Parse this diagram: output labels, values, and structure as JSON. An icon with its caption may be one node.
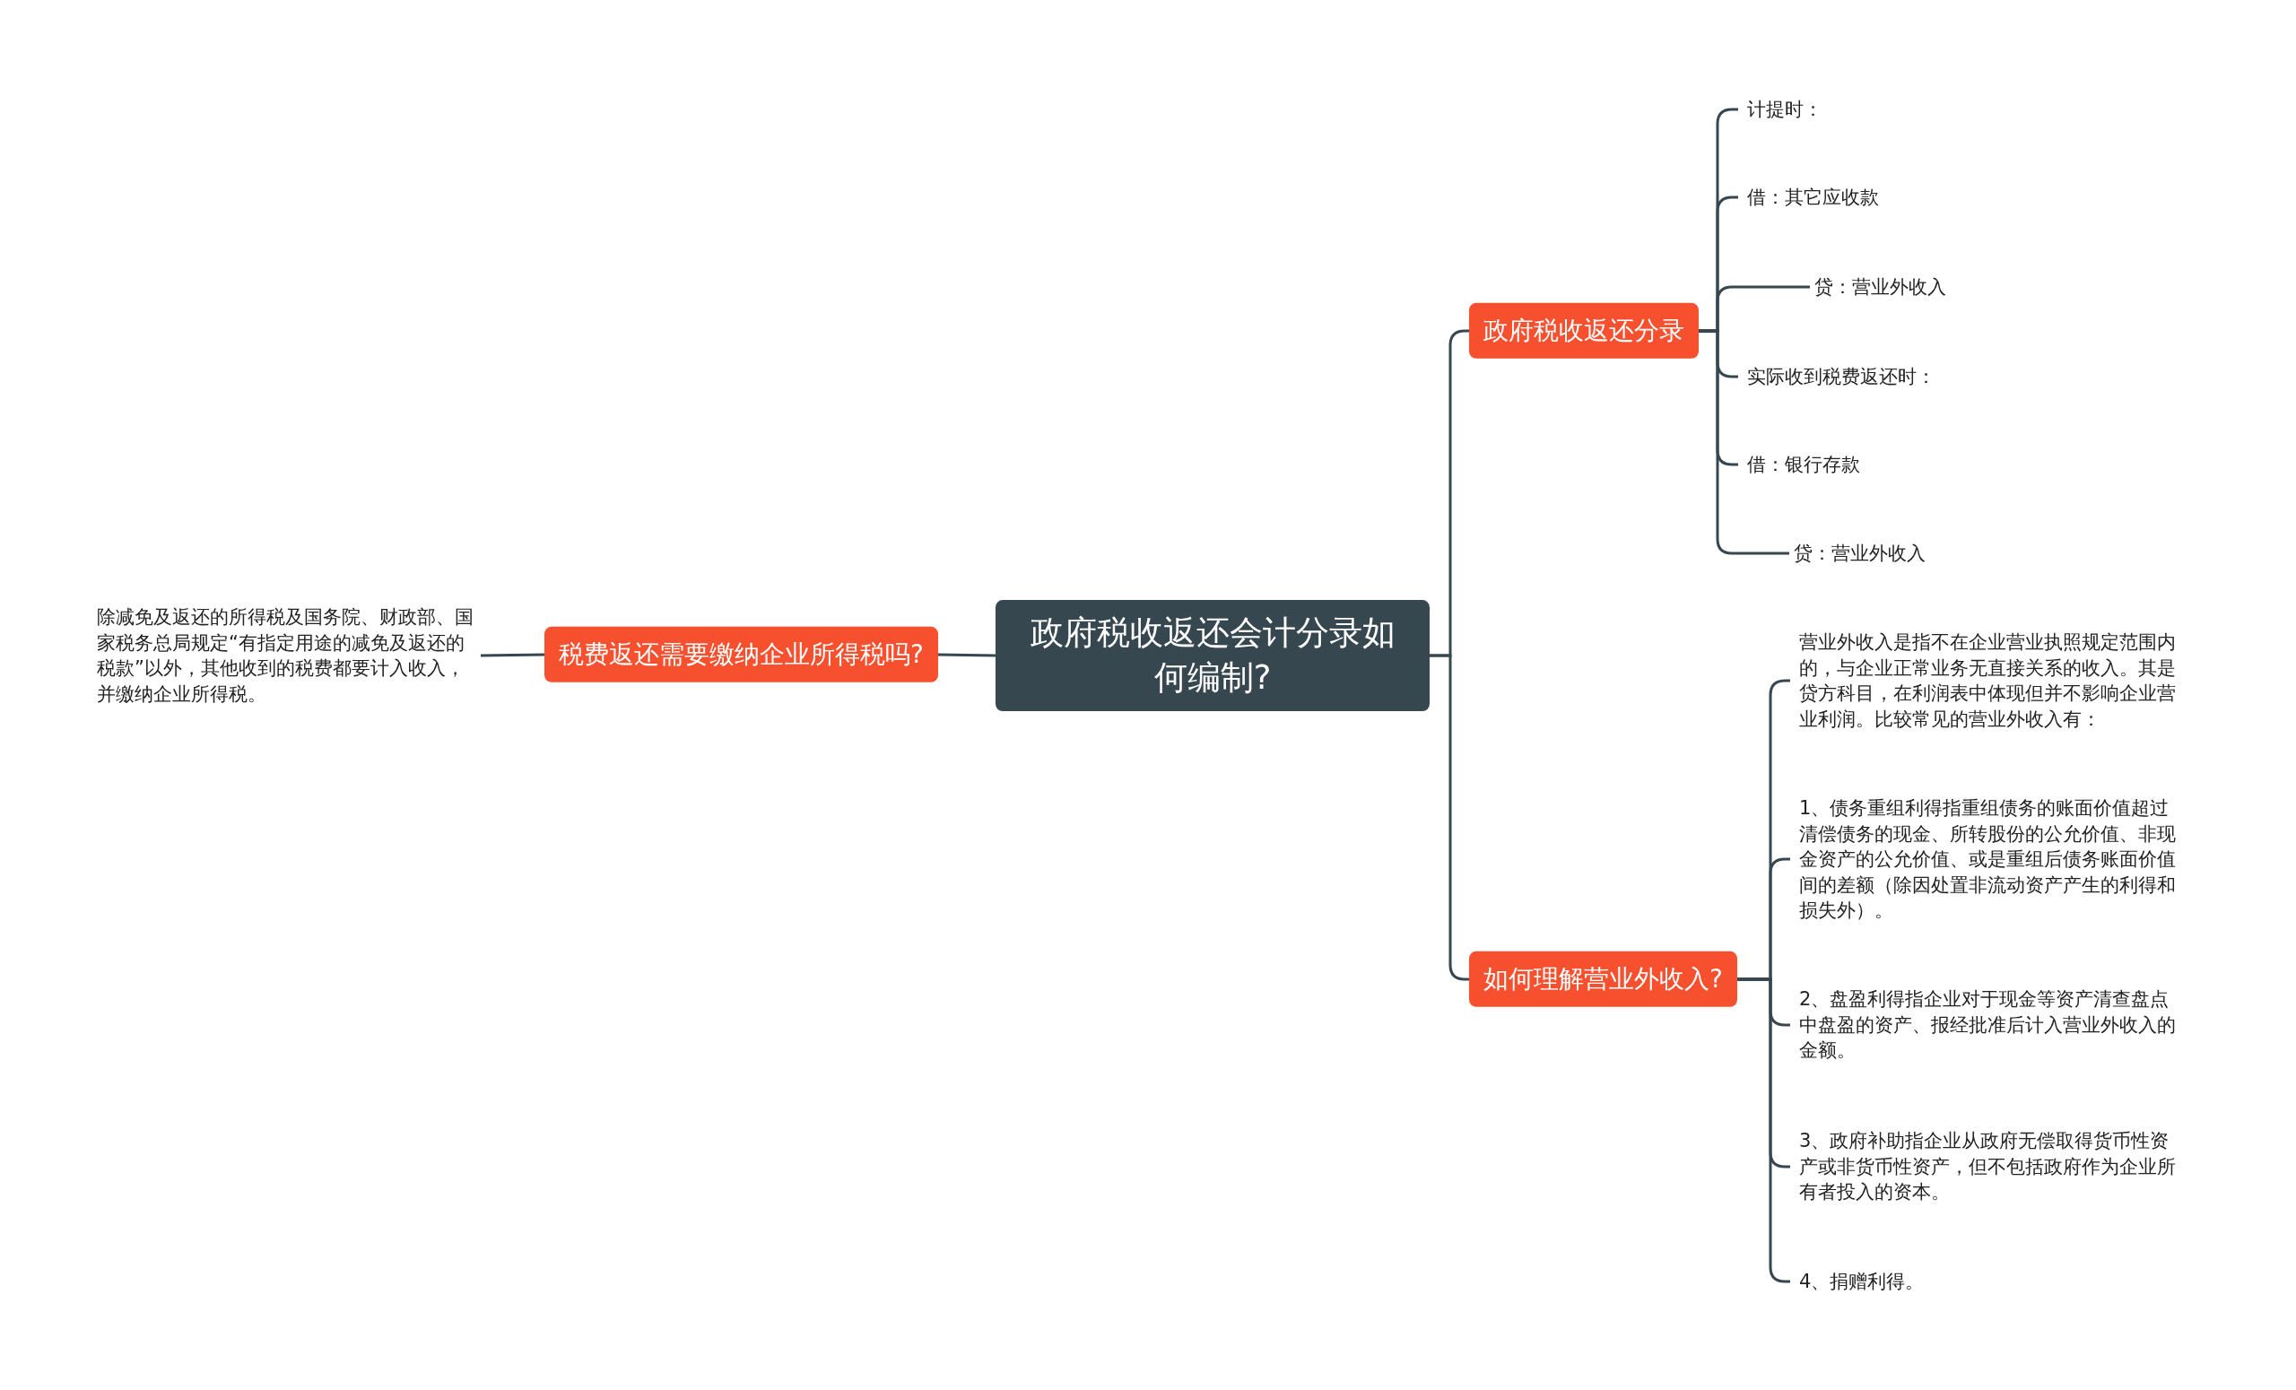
{
  "diagram": {
    "nodes": [
      {
        "text": [
          "政府税收返还会计分录如何编制?"
        ]
      },
      {
        "text": [
          "政府税收返还分录"
        ]
      },
      {
        "text": [
          "如何理解营业外收入?"
        ]
      },
      {
        "text": [
          "税费返还需要缴纳企业所得税吗?"
        ]
      },
      {
        "text": [
          "除减免及返还的所得税及国务院、财政部、国家税务总局规定“有指定用途的减免及返还的税款”以外，其他收到的税费都要计入收入，并缴纳企业所得税。"
        ]
      },
      {
        "text": [
          "计提时："
        ]
      },
      {
        "text": [
          "借：其它应收款"
        ]
      },
      {
        "text": [
          "贷：营业外收入"
        ]
      },
      {
        "text": [
          "实际收到税费返还时："
        ]
      },
      {
        "text": [
          "借：银行存款"
        ]
      },
      {
        "text": [
          "贷：营业外收入"
        ]
      },
      {
        "text": [
          "营业外收入是指不在企业营业执照规定范围内的，与企业正常业务无直接关系的收入。其是贷方科目，在利润表中体现但并不影响企业营业利润。比较常见的营业外收入有："
        ]
      },
      {
        "text": [
          "1、债务重组利得指重组债务的账面价值超过清偿债务的现金、所转股份的公允价值、非现金资产的公允价值、或是重组后债务账面价值间的差额（除因处置非流动资产产生的利得和损失外）。"
        ]
      },
      {
        "text": [
          "2、盘盈利得指企业对于现金等资产清查盘点中盘盈的资产、报经批准后计入营业外收入的金额。"
        ]
      },
      {
        "text": [
          "3、政府补助指企业从政府无偿取得货币性资产或非货币性资产，但不包括政府作为企业所有者投入的资本。"
        ]
      },
      {
        "text": [
          "4、捐赠利得。"
        ]
      }
    ],
    "edges": [
      {
        "from": 0,
        "to": 1,
        "arrow": "none"
      },
      {
        "from": 0,
        "to": 2,
        "arrow": "none"
      },
      {
        "from": 0,
        "to": 3,
        "arrow": "none"
      },
      {
        "from": 3,
        "to": 4,
        "arrow": "none"
      },
      {
        "from": 1,
        "to": 5,
        "arrow": "none"
      },
      {
        "from": 1,
        "to": 6,
        "arrow": "none"
      },
      {
        "from": 1,
        "to": 7,
        "arrow": "none"
      },
      {
        "from": 1,
        "to": 8,
        "arrow": "none"
      },
      {
        "from": 1,
        "to": 9,
        "arrow": "none"
      },
      {
        "from": 1,
        "to": 10,
        "arrow": "none"
      },
      {
        "from": 2,
        "to": 11,
        "arrow": "none"
      },
      {
        "from": 2,
        "to": 12,
        "arrow": "none"
      },
      {
        "from": 2,
        "to": 13,
        "arrow": "none"
      },
      {
        "from": 2,
        "to": 14,
        "arrow": "none"
      },
      {
        "from": 2,
        "to": 15,
        "arrow": "none"
      }
    ]
  }
}
